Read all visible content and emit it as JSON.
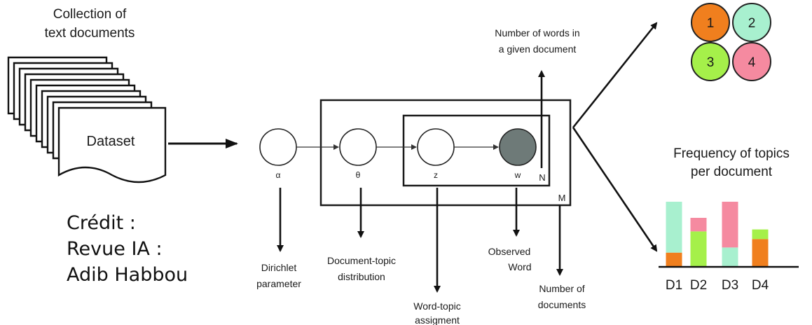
{
  "collection_title": [
    "Collection of",
    "text documents"
  ],
  "dataset_label": "Dataset",
  "credit_lines": [
    "Crédit :",
    "Revue IA :",
    "Adib Habbou"
  ],
  "nodes": {
    "alpha": "α",
    "theta": "θ",
    "z": "z",
    "w": "w"
  },
  "plates": {
    "inner": "N",
    "outer": "M"
  },
  "annotations": {
    "words_in_doc": [
      "Number of words in",
      "a given document"
    ],
    "dirichlet": [
      "Dirichlet",
      "parameter"
    ],
    "doc_topic": [
      "Document-topic",
      "distribution"
    ],
    "word_topic": [
      "Word-topic",
      "assigment"
    ],
    "observed": [
      "Observed",
      "Word"
    ],
    "num_docs": [
      "Number of",
      "documents"
    ]
  },
  "topics": {
    "labels": [
      "1",
      "2",
      "3",
      "4"
    ],
    "colors": [
      "#f07f1e",
      "#a8f0cf",
      "#a5f04a",
      "#f58aa0"
    ]
  },
  "frequency_title": [
    "Frequency of topics",
    "per document"
  ],
  "chart_data": {
    "type": "bar",
    "stacked": true,
    "title": "Frequency of topics per document",
    "categories": [
      "D1",
      "D2",
      "D3",
      "D4"
    ],
    "series": [
      {
        "name": "1",
        "color": "#f07f1e",
        "values": [
          0.21,
          0.0,
          0.0,
          0.42
        ]
      },
      {
        "name": "2",
        "color": "#a8f0cf",
        "values": [
          0.79,
          0.0,
          0.29,
          0.0
        ]
      },
      {
        "name": "3",
        "color": "#a5f04a",
        "values": [
          0.0,
          0.54,
          0.0,
          0.15
        ]
      },
      {
        "name": "4",
        "color": "#f58aa0",
        "values": [
          0.0,
          0.21,
          0.71,
          0.0
        ]
      }
    ],
    "ylim": [
      0,
      1
    ],
    "grid": false
  },
  "colors": {
    "observed_node": "#6e7a78",
    "line": "#111111"
  }
}
